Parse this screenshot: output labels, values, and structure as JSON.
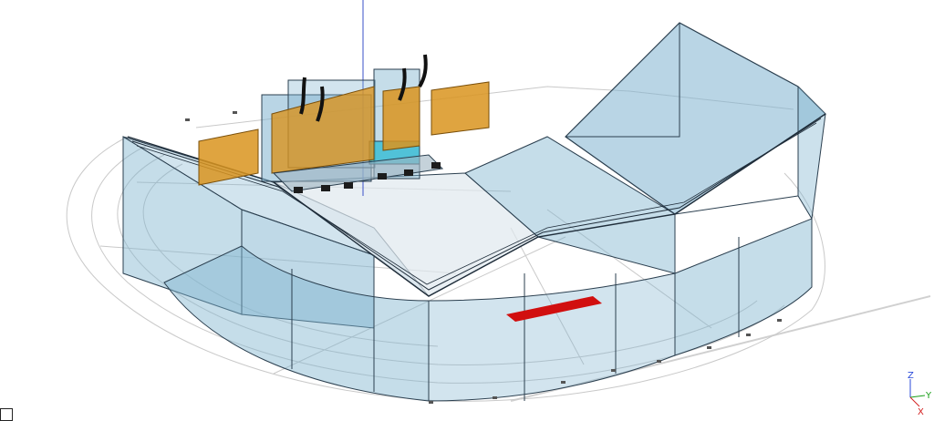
{
  "viewport": {
    "background": "#ffffff",
    "model_colors": {
      "volume_fill": "#7fb3cf",
      "volume_stroke": "#2b3f4f",
      "speaker_panel": "#d9941f",
      "stage_marker": "#d10f0f",
      "floor_lines": "#c9c9c9"
    },
    "stage_label": "",
    "axes": {
      "z": "Z",
      "y": "Y",
      "x": "X"
    },
    "cursor_icon": "cursor-icon"
  }
}
